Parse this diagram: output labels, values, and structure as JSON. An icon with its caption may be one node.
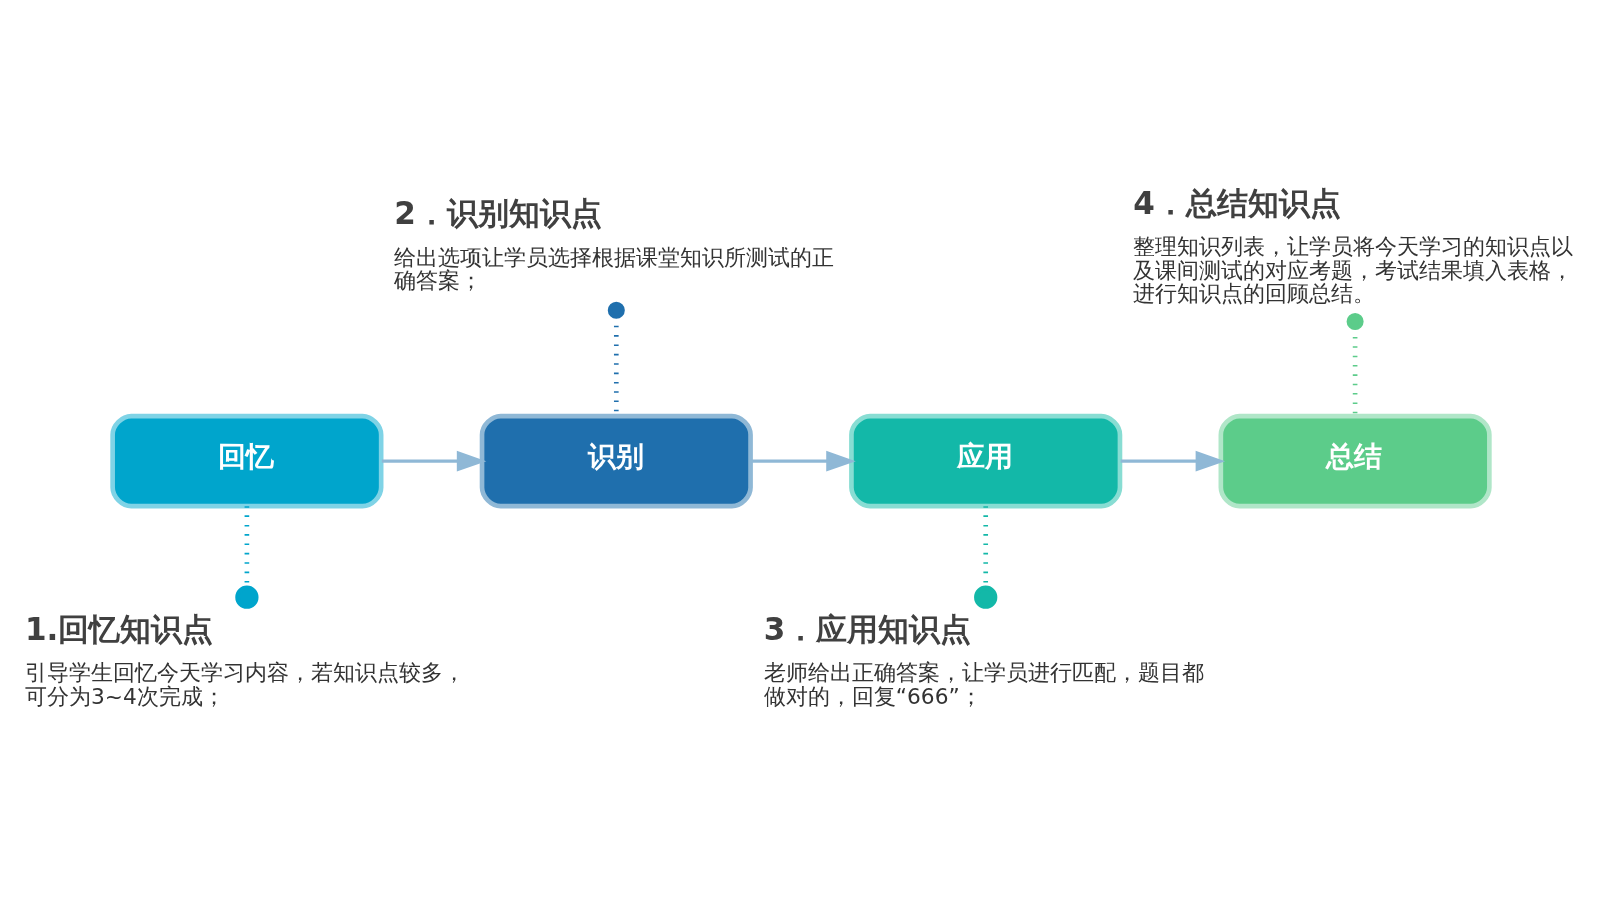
{
  "diagram": {
    "nodes": [
      {
        "text": [
          "回忆"
        ]
      },
      {
        "text": [
          "识别"
        ]
      },
      {
        "text": [
          "应用"
        ]
      },
      {
        "text": [
          "总结"
        ]
      },
      {
        "text": [
          "1.回忆知识点",
          "引导学生回忆今天学习内容，若知识点较多，可分为3~4次完成；"
        ]
      },
      {
        "text": [
          "2．识别知识点",
          "给出选项让学员选择根据课堂知识所测试的正确答案；"
        ]
      },
      {
        "text": [
          "3．应用知识点",
          "老师给出正确答案，让学员进行匹配，题目都做对的，回复“666”；"
        ]
      },
      {
        "text": [
          "4．总结知识点",
          "整理知识列表，让学员将今天学习的知识点以及课间测试的对应考题，考试结果填入表格，进行知识点的回顾总结。"
        ]
      }
    ],
    "edges": [
      {
        "from": 0,
        "to": 1,
        "arrow": "to"
      },
      {
        "from": 1,
        "to": 2,
        "arrow": "to"
      },
      {
        "from": 2,
        "to": 3,
        "arrow": "to"
      },
      {
        "from": 0,
        "to": 4,
        "arrow": "other",
        "style": "dashed",
        "color": "#00a5cc"
      },
      {
        "from": 1,
        "to": 5,
        "arrow": "other",
        "style": "dashed",
        "color": "#1f6fad"
      },
      {
        "from": 2,
        "to": 6,
        "arrow": "other",
        "style": "dashed",
        "color": "#13b8a8"
      },
      {
        "from": 3,
        "to": 7,
        "arrow": "other",
        "style": "dashed",
        "color": "#5ccc8a"
      }
    ]
  }
}
